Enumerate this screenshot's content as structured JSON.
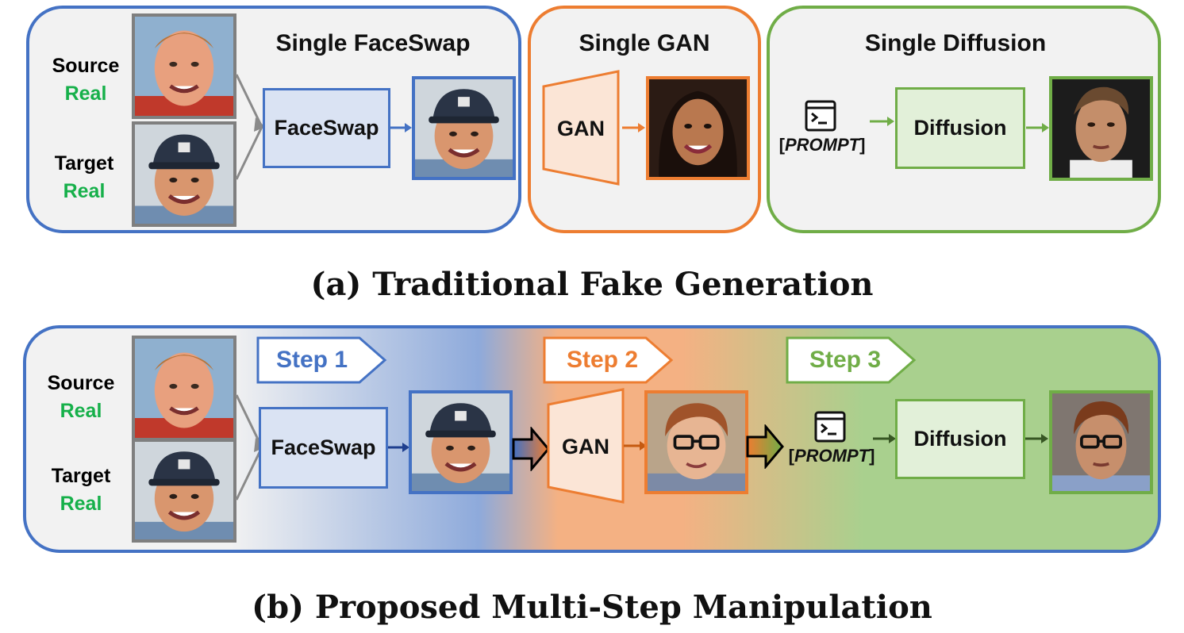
{
  "panel_a": {
    "faceswap": {
      "title": "Single FaceSwap",
      "source_label": "Source",
      "source_tag": "Real",
      "target_label": "Target",
      "target_tag": "Real",
      "block": "FaceSwap"
    },
    "gan": {
      "title": "Single GAN",
      "block": "GAN"
    },
    "diffusion": {
      "title": "Single Diffusion",
      "prompt": "PROMPT",
      "block": "Diffusion"
    },
    "caption": "(a) Traditional Fake Generation"
  },
  "panel_b": {
    "source_label": "Source",
    "source_tag": "Real",
    "target_label": "Target",
    "target_tag": "Real",
    "step1": "Step 1",
    "step2": "Step 2",
    "step3": "Step 3",
    "faceswap_block": "FaceSwap",
    "gan_block": "GAN",
    "prompt": "PROMPT",
    "diffusion_block": "Diffusion",
    "caption": "(b) Proposed Multi-Step Manipulation"
  },
  "colors": {
    "faceswap": "#4472c4",
    "gan": "#ed7d31",
    "diffusion": "#70ad47",
    "real": "#16b04a",
    "photo_border": "#7f7f7f"
  }
}
